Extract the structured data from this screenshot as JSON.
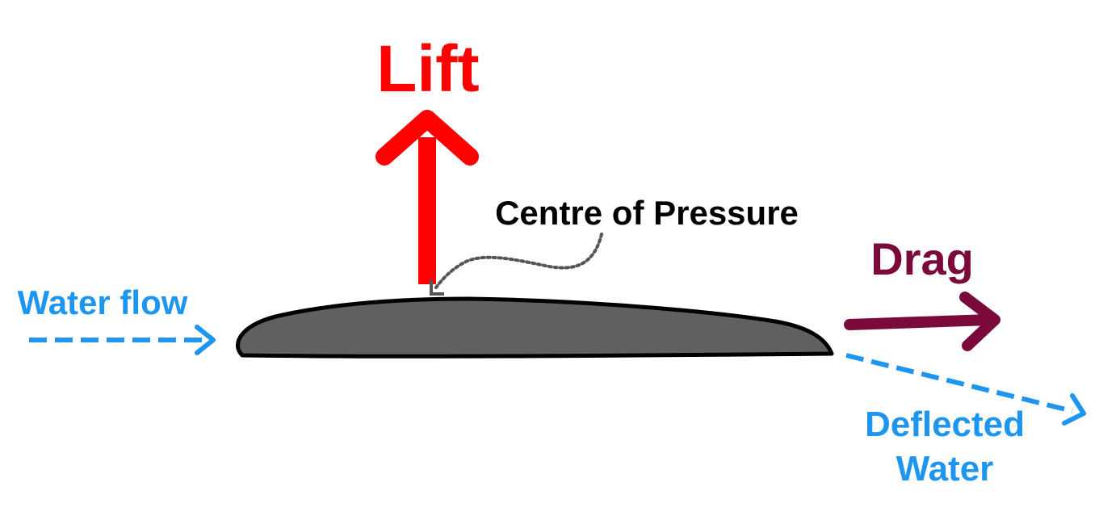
{
  "labels": {
    "lift": "Lift",
    "centre_of_pressure": "Centre of Pressure",
    "drag": "Drag",
    "water_flow": "Water flow",
    "deflected_line1": "Deflected",
    "deflected_line2": "Water"
  },
  "colors": {
    "lift": "#ff0000",
    "drag": "#7a0a3a",
    "water": "#1e96f0",
    "hydrofoil_fill": "#606060",
    "outline": "#000000",
    "pointer": "#555555"
  }
}
